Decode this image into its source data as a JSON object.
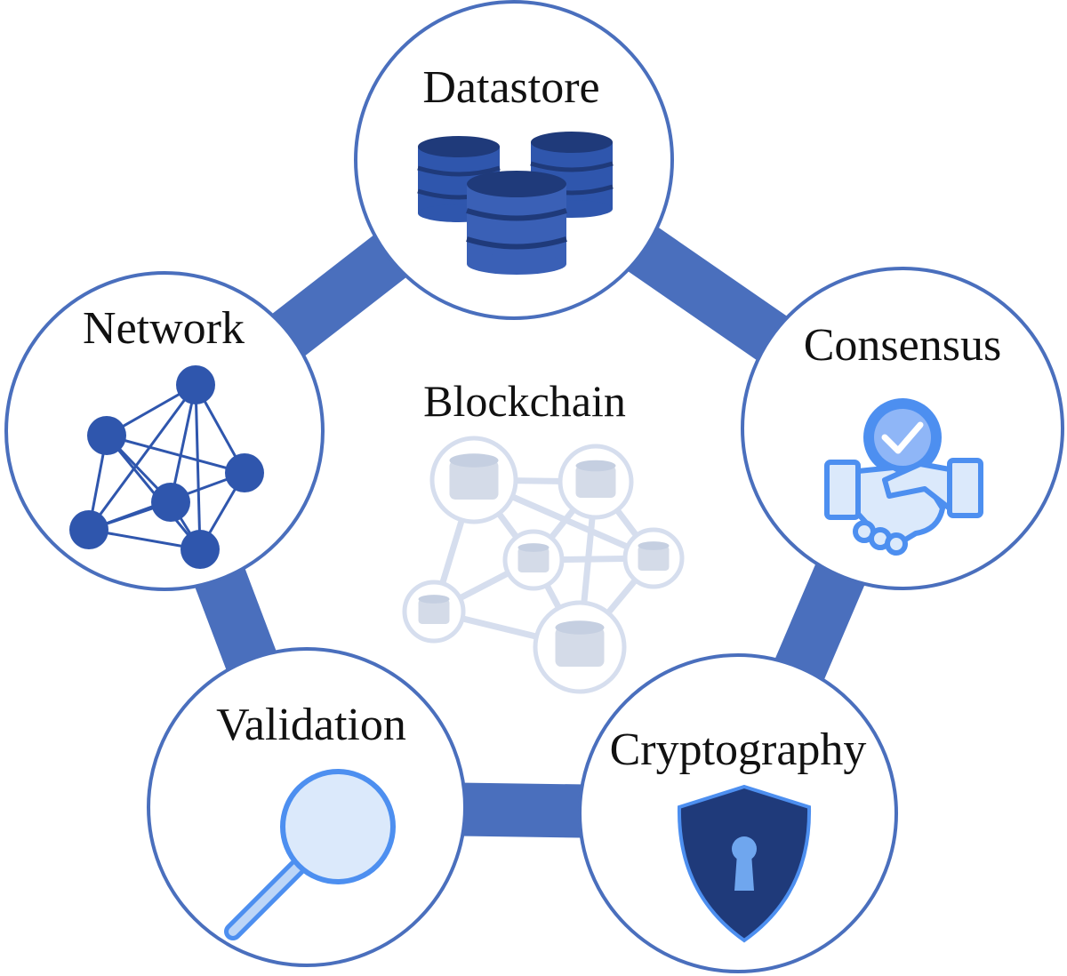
{
  "diagram": {
    "center": {
      "label": "Blockchain"
    },
    "nodes": [
      {
        "id": "datastore",
        "label": "Datastore",
        "icon": "database-stack-icon"
      },
      {
        "id": "consensus",
        "label": "Consensus",
        "icon": "handshake-check-icon"
      },
      {
        "id": "cryptography",
        "label": "Cryptography",
        "icon": "shield-keyhole-icon"
      },
      {
        "id": "validation",
        "label": "Validation",
        "icon": "magnifying-glass-icon"
      },
      {
        "id": "network",
        "label": "Network",
        "icon": "network-graph-icon"
      }
    ],
    "colors": {
      "ring": "#4a6fbd",
      "circle_border": "#4a6fbd",
      "icon_dark": "#2b4aa0",
      "icon_navy": "#1f3a7a",
      "icon_light": "#4d8ff0",
      "icon_pale": "#dbe9fb",
      "faded": "#c6d1e6"
    }
  }
}
